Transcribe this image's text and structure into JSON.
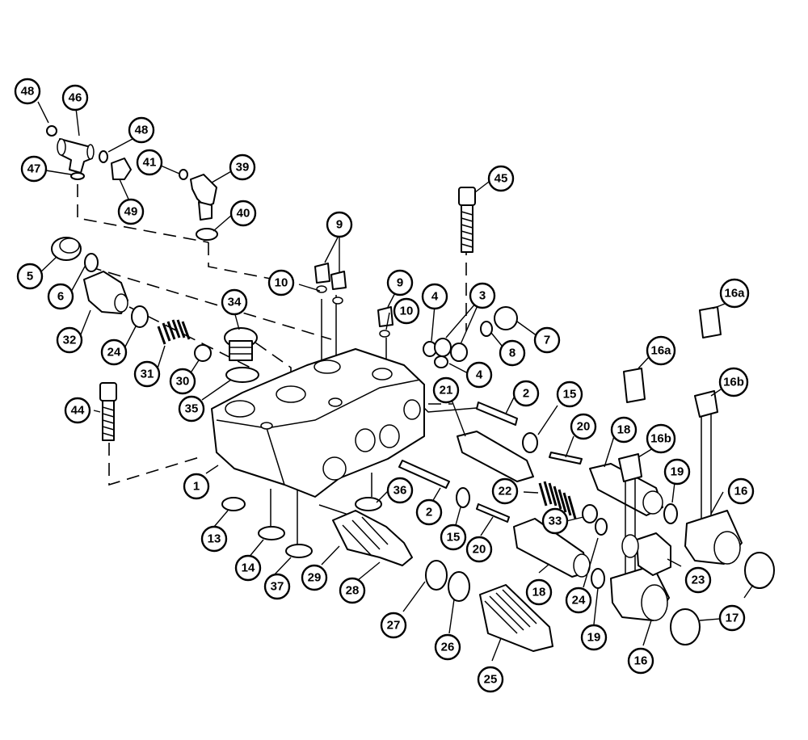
{
  "diagram": {
    "callouts": [
      {
        "label": "48"
      },
      {
        "label": "46"
      },
      {
        "label": "48"
      },
      {
        "label": "47"
      },
      {
        "label": "49"
      },
      {
        "label": "41"
      },
      {
        "label": "39"
      },
      {
        "label": "40"
      },
      {
        "label": "45"
      },
      {
        "label": "5"
      },
      {
        "label": "6"
      },
      {
        "label": "32"
      },
      {
        "label": "24"
      },
      {
        "label": "31"
      },
      {
        "label": "30"
      },
      {
        "label": "34"
      },
      {
        "label": "35"
      },
      {
        "label": "9"
      },
      {
        "label": "10"
      },
      {
        "label": "9"
      },
      {
        "label": "10"
      },
      {
        "label": "4"
      },
      {
        "label": "3"
      },
      {
        "label": "7"
      },
      {
        "label": "8"
      },
      {
        "label": "4"
      },
      {
        "label": "16a"
      },
      {
        "label": "16a"
      },
      {
        "label": "16b"
      },
      {
        "label": "16b"
      },
      {
        "label": "44"
      },
      {
        "label": "21"
      },
      {
        "label": "2"
      },
      {
        "label": "15"
      },
      {
        "label": "20"
      },
      {
        "label": "18"
      },
      {
        "label": "19"
      },
      {
        "label": "16"
      },
      {
        "label": "1"
      },
      {
        "label": "13"
      },
      {
        "label": "14"
      },
      {
        "label": "37"
      },
      {
        "label": "29"
      },
      {
        "label": "28"
      },
      {
        "label": "36"
      },
      {
        "label": "2"
      },
      {
        "label": "15"
      },
      {
        "label": "22"
      },
      {
        "label": "33"
      },
      {
        "label": "20"
      },
      {
        "label": "23"
      },
      {
        "label": "18"
      },
      {
        "label": "24"
      },
      {
        "label": "19"
      },
      {
        "label": "27"
      },
      {
        "label": "26"
      },
      {
        "label": "25"
      },
      {
        "label": "16"
      },
      {
        "label": "17"
      }
    ]
  }
}
